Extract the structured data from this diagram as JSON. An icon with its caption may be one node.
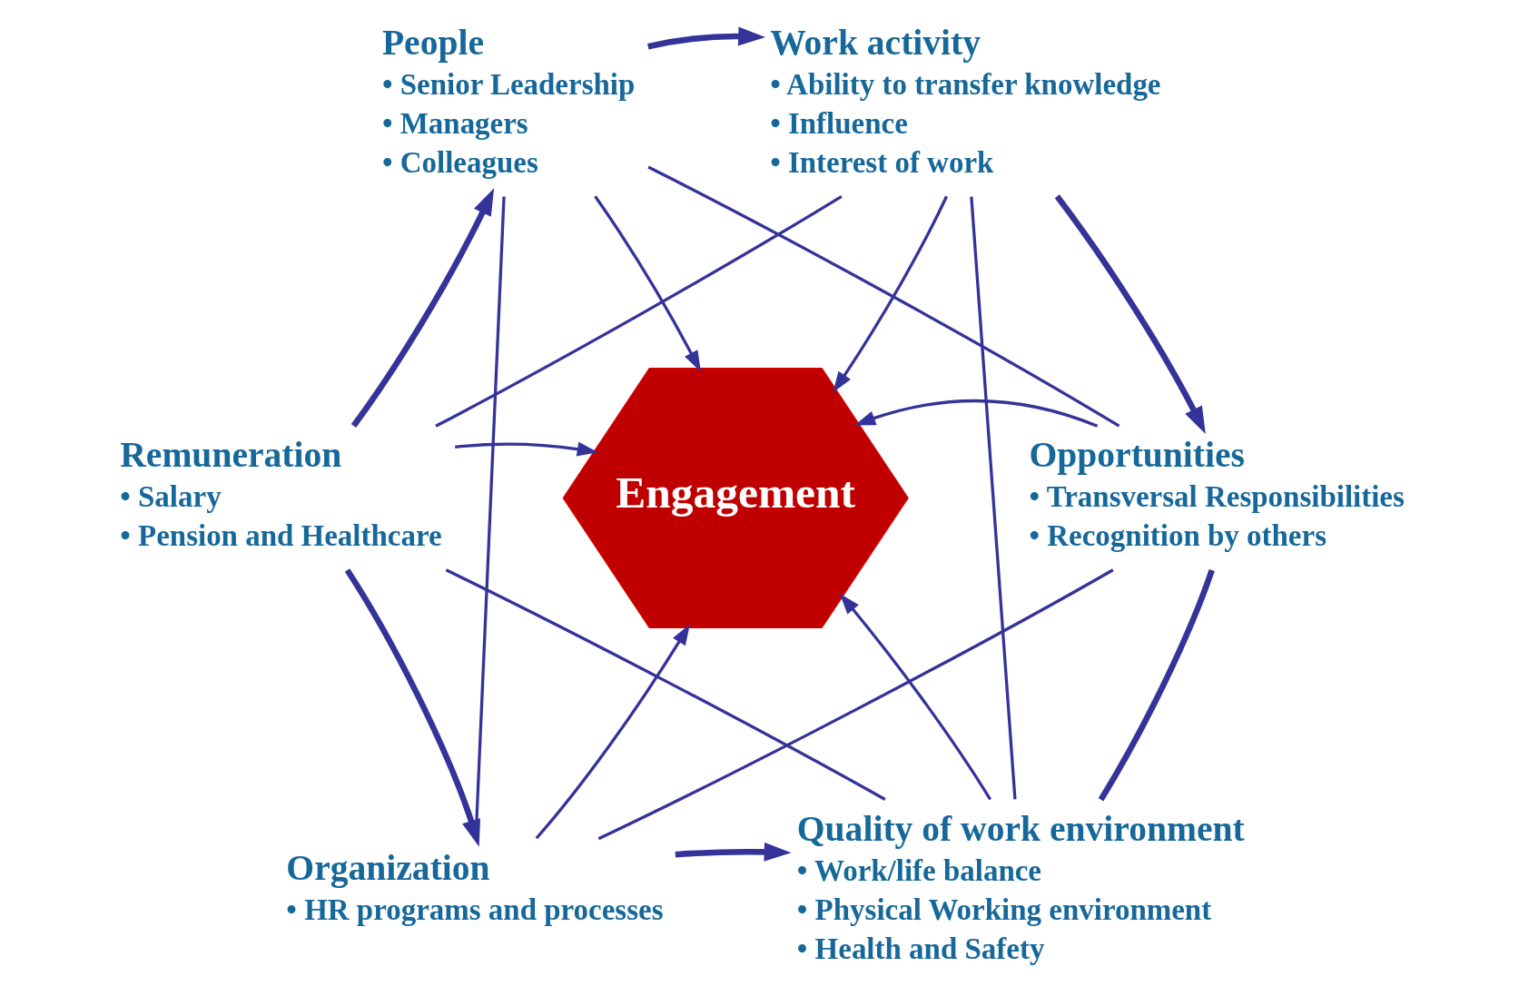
{
  "diagram": {
    "nodes": [
      {
        "text": [
          "People",
          "• Senior Leadership",
          "• Managers",
          "• Colleagues"
        ]
      },
      {
        "text": [
          "Work activity",
          "• Ability to transfer knowledge",
          "• Influence",
          "• Interest of work"
        ]
      },
      {
        "text": [
          "Remuneration",
          "• Salary",
          "• Pension and Healthcare"
        ]
      },
      {
        "text": [
          "Engagement"
        ]
      },
      {
        "text": [
          "Opportunities",
          "• Transversal Responsibilities",
          "• Recognition by others"
        ]
      },
      {
        "text": [
          "Organization",
          "• HR programs and processes"
        ]
      },
      {
        "text": [
          "Quality of work environment",
          "• Work/life balance",
          "• Physical Working environment",
          "• Health and Safety"
        ]
      }
    ],
    "edges": [
      {
        "from": 0,
        "to": 3,
        "arrow": "to"
      },
      {
        "from": 1,
        "to": 3,
        "arrow": "to"
      },
      {
        "from": 2,
        "to": 3,
        "arrow": "to"
      },
      {
        "from": 4,
        "to": 3,
        "arrow": "to"
      },
      {
        "from": 5,
        "to": 3,
        "arrow": "to"
      },
      {
        "from": 6,
        "to": 3,
        "arrow": "to"
      },
      {
        "from": 2,
        "to": 0,
        "arrow": "to",
        "style": "thick"
      },
      {
        "from": 0,
        "to": 1,
        "arrow": "to",
        "style": "thick"
      },
      {
        "from": 1,
        "to": 4,
        "arrow": "to",
        "style": "thick"
      },
      {
        "from": 4,
        "to": 6,
        "arrow": "none",
        "style": "thick"
      },
      {
        "from": 5,
        "to": 6,
        "arrow": "to",
        "style": "thick"
      },
      {
        "from": 2,
        "to": 5,
        "arrow": "to",
        "style": "thick"
      },
      {
        "from": 0,
        "to": 5,
        "arrow": "none"
      },
      {
        "from": 1,
        "to": 6,
        "arrow": "none"
      },
      {
        "from": 0,
        "to": 4,
        "arrow": "none"
      },
      {
        "from": 1,
        "to": 2,
        "arrow": "none"
      },
      {
        "from": 2,
        "to": 6,
        "arrow": "none"
      },
      {
        "from": 4,
        "to": 5,
        "arrow": "none"
      }
    ]
  }
}
